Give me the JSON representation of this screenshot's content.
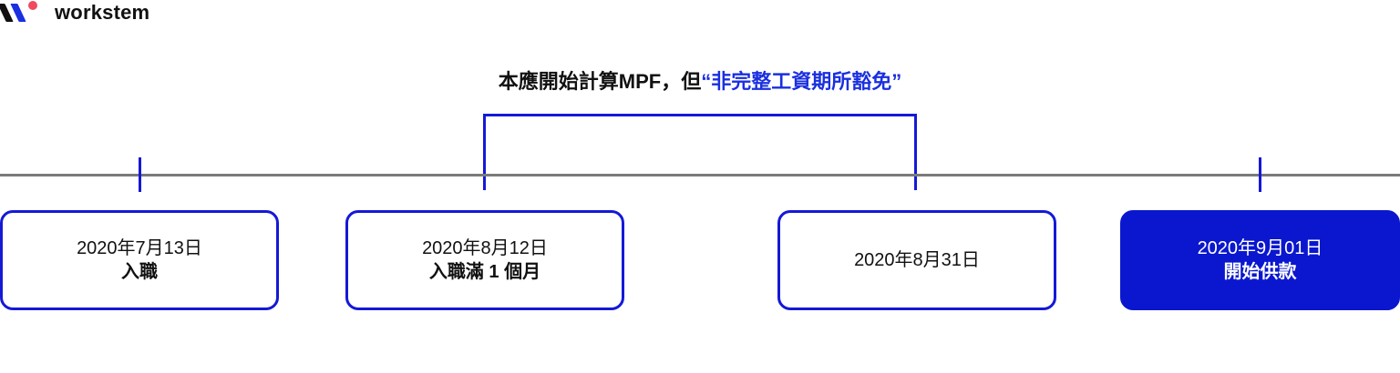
{
  "brand": {
    "name": "workstem",
    "colors": {
      "primary": "#1419d6",
      "accent": "#f04a5c",
      "dark": "#111111"
    }
  },
  "headline": {
    "prefix": "本應開始計算MPF，但",
    "highlight": "“非完整工資期所豁免”"
  },
  "timeline": {
    "line_color": "#7a7a7a",
    "milestones": [
      {
        "date": "2020年7月13日",
        "label": "入職",
        "style": "outline"
      },
      {
        "date": "2020年8月12日",
        "label": "入職滿 1 個月",
        "style": "outline"
      },
      {
        "date": "2020年8月31日",
        "label": "",
        "style": "outline"
      },
      {
        "date": "2020年9月01日",
        "label": "開始供款",
        "style": "filled"
      }
    ],
    "bracket": {
      "from": "2020年8月12日",
      "to": "2020年8月31日",
      "note": "非完整工資期所豁免"
    }
  }
}
